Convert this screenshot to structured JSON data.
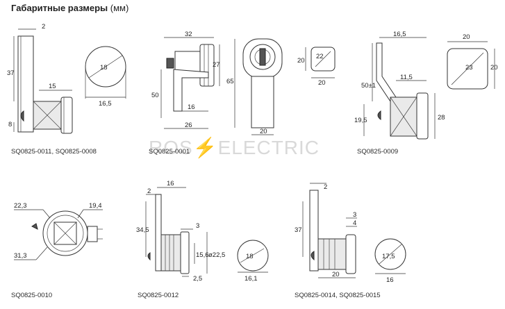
{
  "header": {
    "title": "Габаритные размеры",
    "unit": "(мм)"
  },
  "watermark": {
    "left": "ROS",
    "right": "ELECTRIC",
    "accent_color": "#f2a23a"
  },
  "captions": {
    "d1": "SQ0825-0011, SQ0825-0008",
    "d2": "SQ0825-0001",
    "d3": "SQ0825-0009",
    "d4": "SQ0825-0010",
    "d5": "SQ0825-0012",
    "d6": "SQ0825-0014, SQ0825-0015"
  },
  "dimensions": {
    "d1": {
      "top": "2",
      "height": "37",
      "depth": "15",
      "bottom": "8",
      "face_width": "16,5",
      "face_diag": "18"
    },
    "d2": {
      "width": "32",
      "height": "27",
      "cam_len": "50",
      "cam_step": "16",
      "cam_width": "26",
      "front_height": "65",
      "front_width": "20",
      "key_diag": "22",
      "key_h": "20",
      "key_w": "20"
    },
    "d3": {
      "width": "16,5",
      "cam_len": "50±1",
      "step": "11,5",
      "bottom": "19,5",
      "height": "28",
      "sq_w": "20",
      "sq_h": "20",
      "sq_diag": "23"
    },
    "d4": {
      "left_top": "22,3",
      "right_top": "19,4",
      "left_bottom": "31,3"
    },
    "d5": {
      "top": "2",
      "width": "16",
      "cam_len": "34,5",
      "step": "3",
      "thread": "15,6",
      "diam": "ø22,5",
      "bottom": "2,5",
      "face_w": "16,1",
      "face_diag": "18"
    },
    "d6": {
      "top": "2",
      "height": "37",
      "step1": "3",
      "step2": "4",
      "depth": "20",
      "face_w": "16",
      "face_diag": "17,5"
    }
  }
}
